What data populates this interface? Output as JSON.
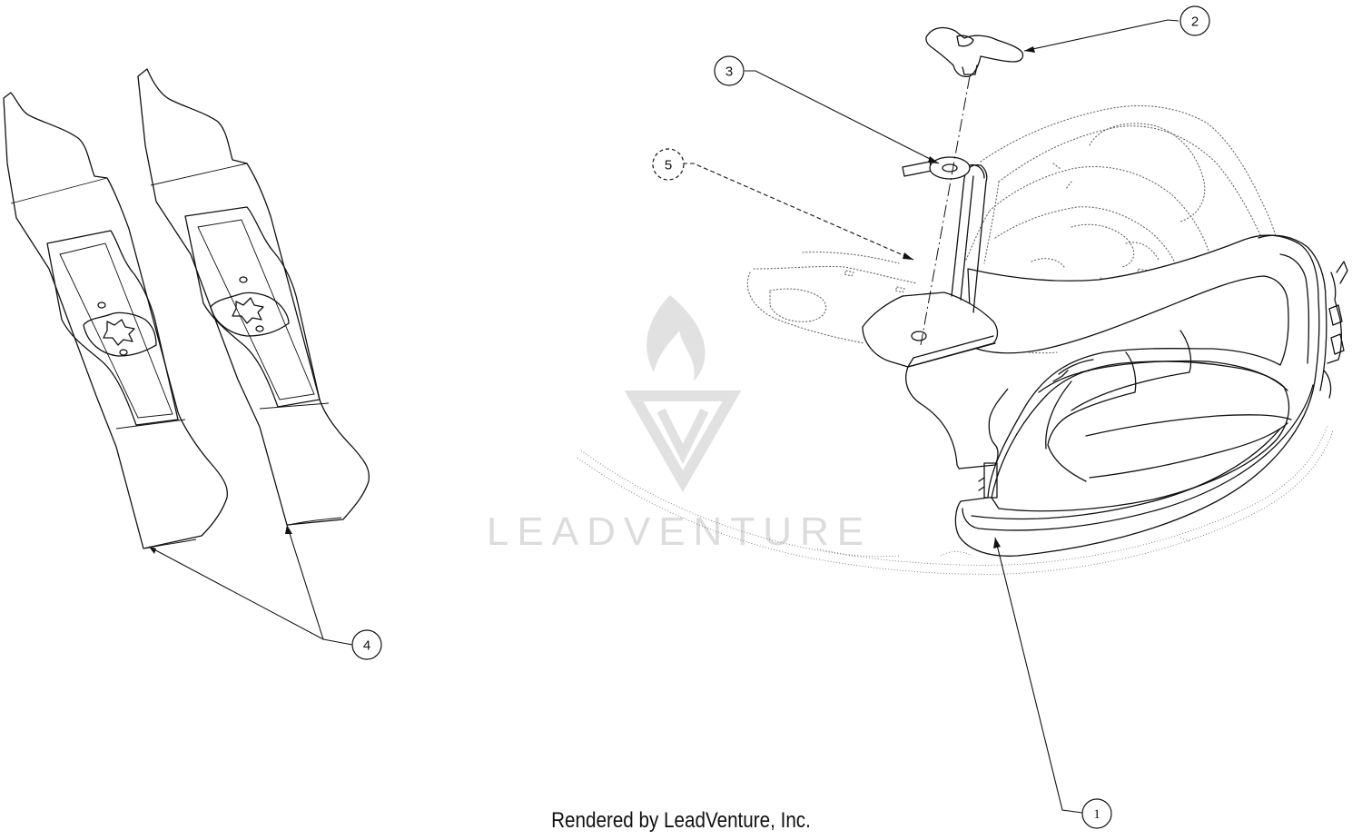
{
  "callouts": {
    "c1": "1",
    "c2": "2",
    "c3": "3",
    "c4": "4",
    "c5": "5"
  },
  "watermark": {
    "text": "LEADVENTURE"
  },
  "footer": {
    "text": "Rendered by LeadVenture, Inc."
  },
  "colors": {
    "line": "#111111",
    "ghost": "#777777",
    "watermark": "#d9d9d9"
  }
}
